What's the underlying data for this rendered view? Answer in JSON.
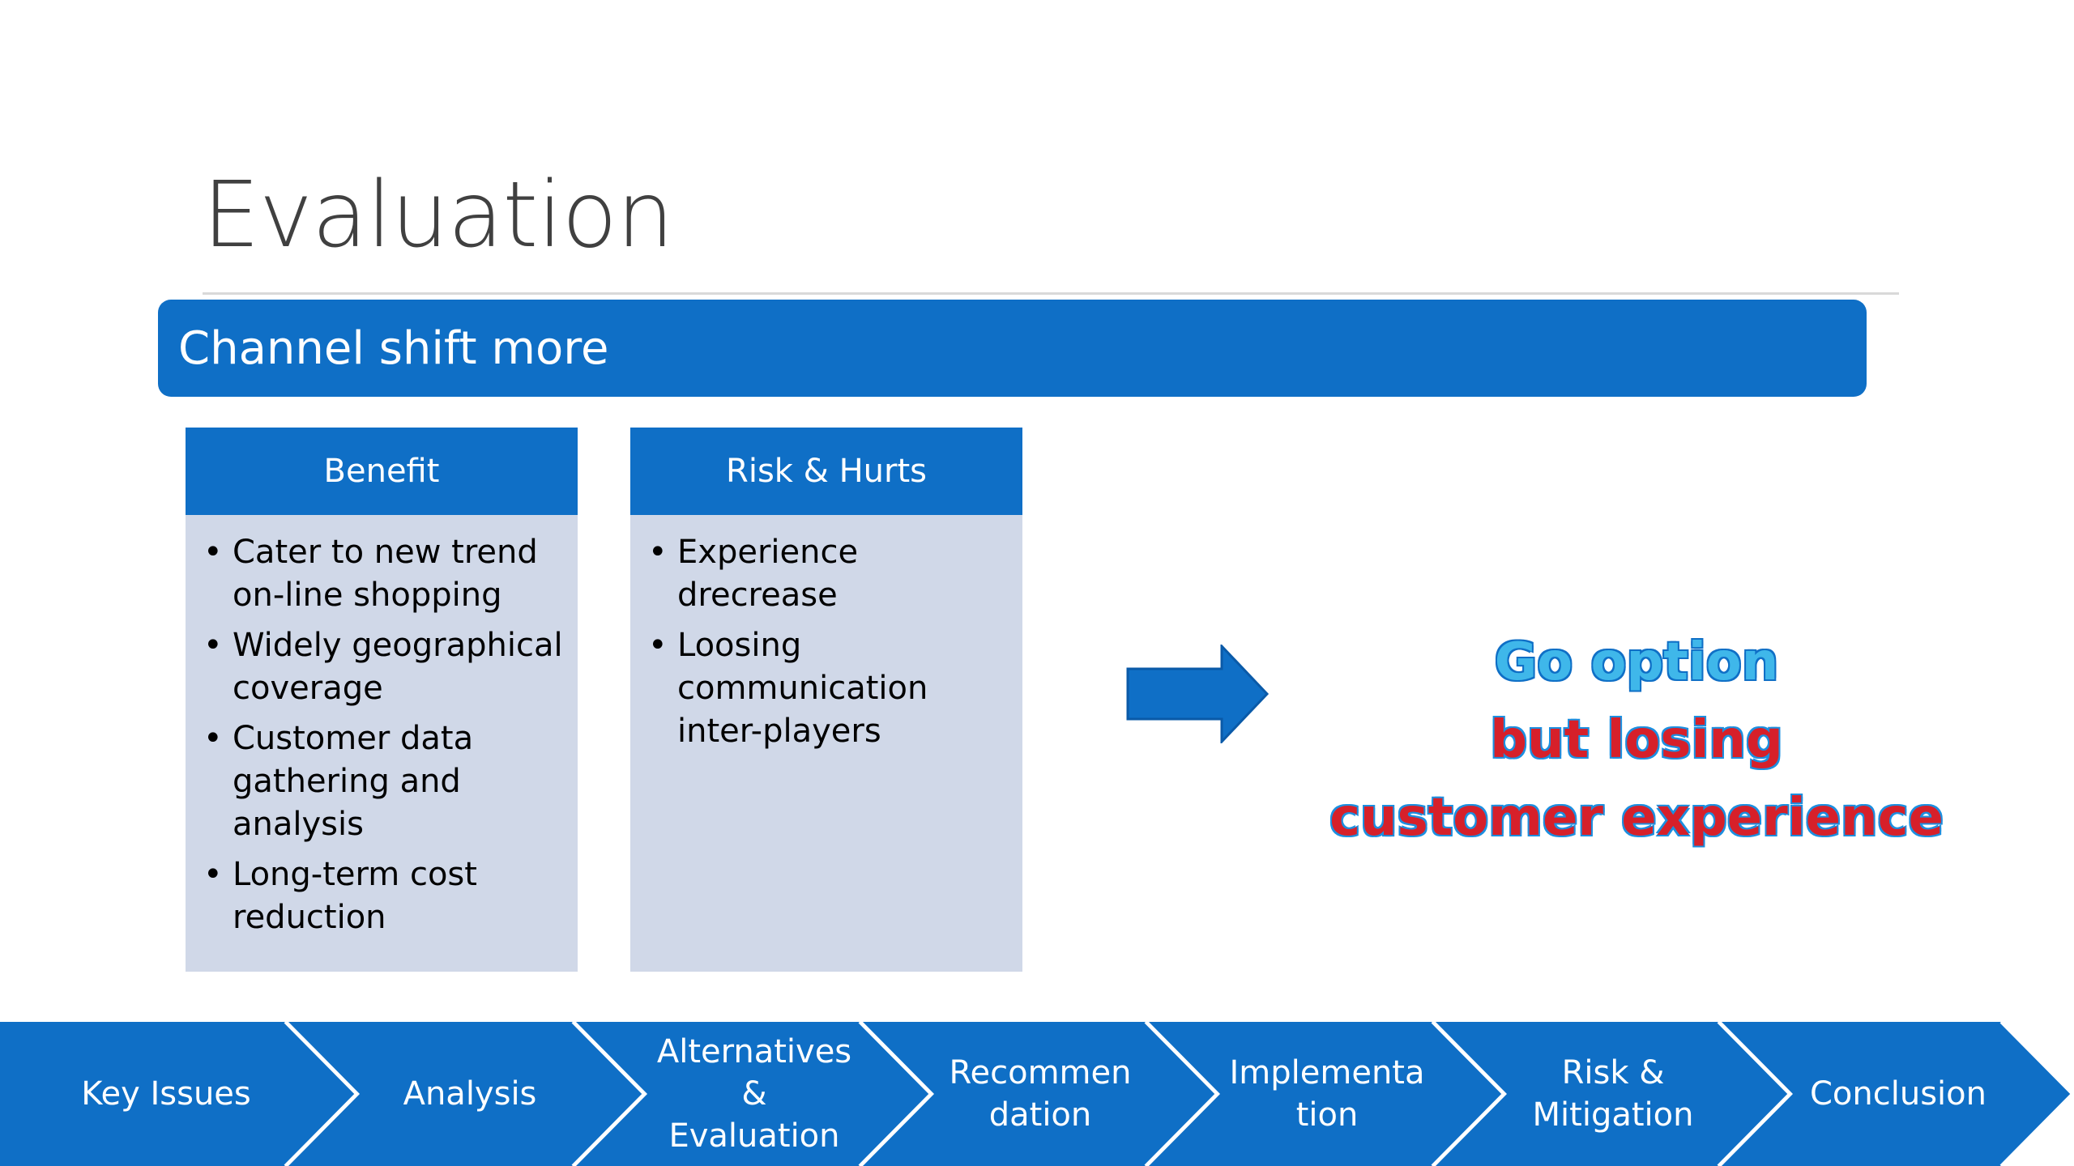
{
  "slide": {
    "title": "Evaluation",
    "banner": "Channel shift more"
  },
  "benefit": {
    "header": "Benefit",
    "items": [
      "Cater to new trend on-line shopping",
      "Widely geographical coverage",
      "Customer data gathering and analysis",
      "Long-term cost reduction"
    ]
  },
  "risk": {
    "header": "Risk & Hurts",
    "items": [
      "Experience drecrease",
      "Loosing communication inter-players"
    ]
  },
  "arrow": {
    "icon": "right-arrow-icon",
    "color": "#0f6fc6"
  },
  "verdict": {
    "line1": "Go option",
    "line2": "but losing",
    "line3": "customer experience"
  },
  "process": {
    "steps": [
      "Key Issues",
      "Analysis",
      "Alternatives\n&\nEvaluation",
      "Recommen\ndation",
      "Implementa\ntion",
      "Risk &\nMitigation",
      "Conclusion"
    ]
  },
  "colors": {
    "accent": "#0f6fc6",
    "card_fill": "#d0d8e8",
    "verdict_blue": "#3fb7ea",
    "verdict_red": "#d6202a"
  }
}
